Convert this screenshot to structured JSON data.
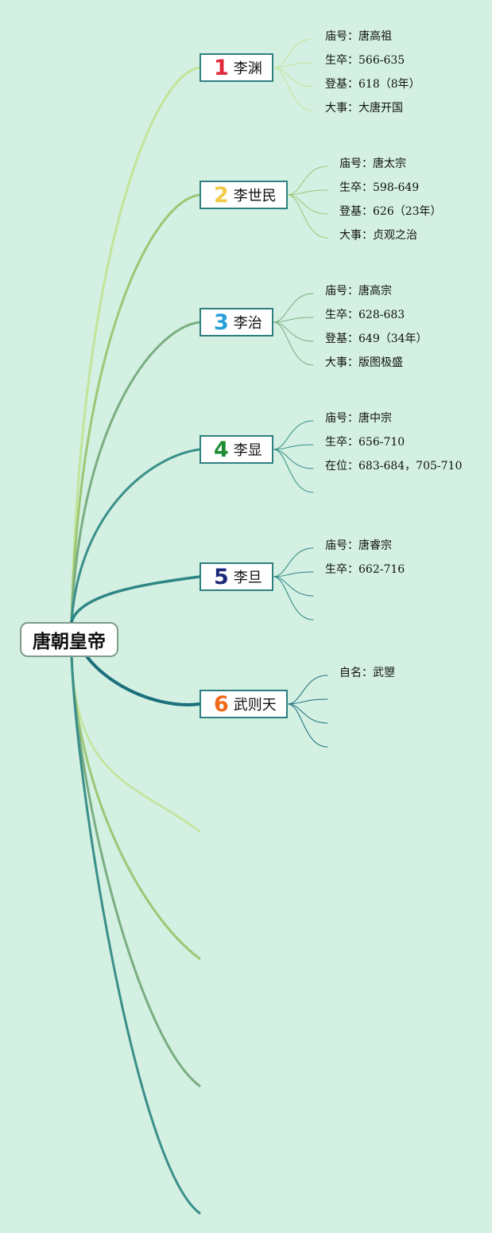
{
  "root": {
    "title": "唐朝皇帝"
  },
  "emperors": [
    {
      "num": "1",
      "num_color": "#e0293a",
      "name": "李渊",
      "details": [
        "庙号：唐高祖",
        "生卒：566-635",
        "登基：618（8年）",
        "大事：大唐开国"
      ]
    },
    {
      "num": "2",
      "num_color": "#f2cb4a",
      "name": "李世民",
      "details": [
        "庙号：唐太宗",
        "生卒：598-649",
        "登基：626（23年）",
        "大事：贞观之治"
      ]
    },
    {
      "num": "3",
      "num_color": "#2a9fd8",
      "name": "李治",
      "details": [
        "庙号：唐高宗",
        "生卒：628-683",
        "登基：649（34年）",
        "大事：版图极盛"
      ]
    },
    {
      "num": "4",
      "num_color": "#1d8c32",
      "name": "李显",
      "details": [
        "庙号：唐中宗",
        "生卒：656-710",
        "在位：683-684，705-710",
        ""
      ]
    },
    {
      "num": "5",
      "num_color": "#1b2a78",
      "name": "李旦",
      "details": [
        "庙号：唐睿宗",
        "生卒：662-716",
        "",
        ""
      ]
    },
    {
      "num": "6",
      "num_color": "#f06a1a",
      "name": "武则天",
      "details": [
        "自名：武曌",
        "",
        "",
        ""
      ]
    }
  ],
  "colors": {
    "background": "#d3f0e2",
    "branch_palette": [
      "#c2e59a",
      "#9dc776",
      "#7aae82",
      "#3a8f8a",
      "#2d8684",
      "#1b6f7c"
    ]
  }
}
